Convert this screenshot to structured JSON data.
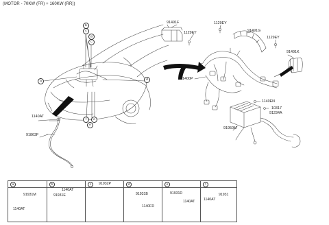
{
  "header": "(MOTOR - 70KW (FR) + 160KW (RR))",
  "callouts": {
    "car_a": "a",
    "car_b": "b",
    "car_c": "c",
    "car_d": "d",
    "car_e": "e",
    "car_f": "f",
    "car_g": "g"
  },
  "labels": {
    "p91491f": "91491F",
    "p1129ey_a": "1129EY",
    "p1129ey_b": "1129EY",
    "p91491g": "91491G",
    "p1129ey_c": "1129EY",
    "p91491k": "91491K",
    "p91400p": "91400P",
    "p1140en": "1140EN",
    "p10317": "10317",
    "p91234a": "91234A",
    "p91950m": "91950M",
    "p1140at": "1140AT",
    "p91863f": "91863F"
  },
  "panels": [
    {
      "letter": "a",
      "part": "",
      "labels": [
        "91931M",
        "1140AT"
      ]
    },
    {
      "letter": "b",
      "part": "",
      "labels": [
        "1140AT",
        "91931E"
      ]
    },
    {
      "letter": "c",
      "part": "91932P",
      "labels": []
    },
    {
      "letter": "d",
      "part": "",
      "labels": [
        "91931B",
        "1140FD"
      ]
    },
    {
      "letter": "e",
      "part": "",
      "labels": [
        "91931D",
        "1140AT"
      ]
    },
    {
      "letter": "f",
      "part": "",
      "labels": [
        "1140AT",
        "91931"
      ]
    }
  ]
}
